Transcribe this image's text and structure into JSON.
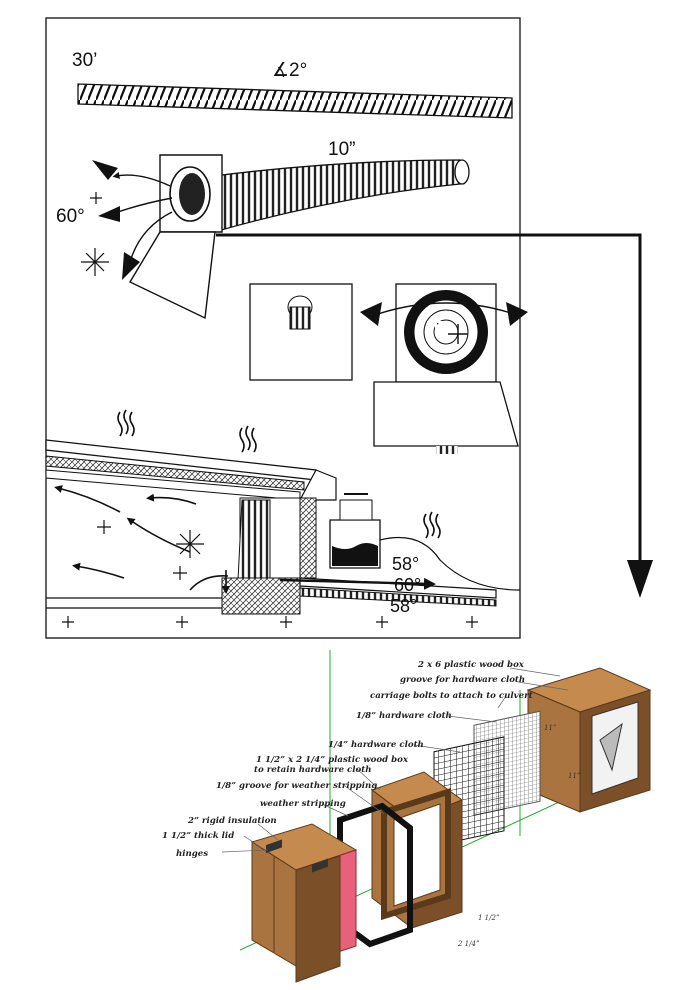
{
  "culvert": {
    "pipe_length_label": "30’",
    "slope_label": "∡2°",
    "pipe_diameter_label": "10”",
    "angle_label": "60°"
  },
  "section": {
    "temp_top": "58°",
    "temp_mid": "60°",
    "temp_bottom": "58°"
  },
  "vent_box": {
    "callouts": [
      "2 x 6 plastic wood box",
      "groove for hardware cloth",
      "carriage bolts to attach to culvert",
      "1/8” hardware cloth",
      "1/4” hardware cloth",
      "1 1/2” x 2 1/4” plastic wood box",
      "to retain hardware cloth",
      "1/8” groove for weather stripping",
      "weather stripping",
      "2” rigid insulation",
      "1 1/2” thick lid",
      "hinges"
    ],
    "dim_a": "11”",
    "dim_b": "11”",
    "dim_c": "1 1/2”",
    "dim_d": "2 1/4”"
  },
  "colors": {
    "wood": "#a9743f",
    "wood_dark": "#7b5028",
    "insulation": "#e8607a",
    "ink": "#111111"
  }
}
